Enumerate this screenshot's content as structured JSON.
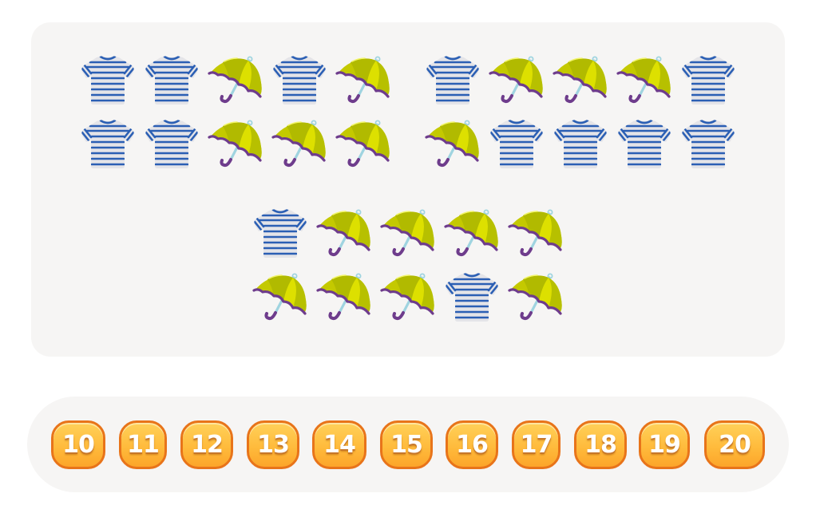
{
  "game": {
    "question_panel": {
      "groups": [
        {
          "name": "group-left",
          "rows": [
            [
              "shirt",
              "shirt",
              "umbrella",
              "shirt",
              "umbrella"
            ],
            [
              "shirt",
              "shirt",
              "umbrella",
              "umbrella",
              "umbrella"
            ]
          ]
        },
        {
          "name": "group-right",
          "rows": [
            [
              "shirt",
              "umbrella",
              "umbrella",
              "umbrella",
              "shirt"
            ],
            [
              "umbrella",
              "shirt",
              "shirt",
              "shirt",
              "shirt"
            ]
          ]
        },
        {
          "name": "group-center",
          "rows": [
            [
              "shirt",
              "umbrella",
              "umbrella",
              "umbrella",
              "umbrella"
            ],
            [
              "umbrella",
              "umbrella",
              "umbrella",
              "shirt",
              "umbrella"
            ]
          ]
        }
      ],
      "icon_types": {
        "shirt": "striped-tshirt-icon",
        "umbrella": "umbrella-icon"
      }
    },
    "answer_options": [
      {
        "label": "10"
      },
      {
        "label": "11"
      },
      {
        "label": "12"
      },
      {
        "label": "13"
      },
      {
        "label": "14"
      },
      {
        "label": "15"
      },
      {
        "label": "16"
      },
      {
        "label": "17"
      },
      {
        "label": "18"
      },
      {
        "label": "19"
      },
      {
        "label": "20"
      }
    ],
    "colors": {
      "panel_bg": "#f6f5f4",
      "button_border": "#e8741a",
      "button_top": "#ffd15a",
      "button_bottom": "#fca52a",
      "shirt_stripe": "#2b5fb4",
      "umbrella_canopy": "#c8d000",
      "umbrella_edge": "#6e3c8c",
      "umbrella_shaft": "#9fd4e0"
    }
  }
}
